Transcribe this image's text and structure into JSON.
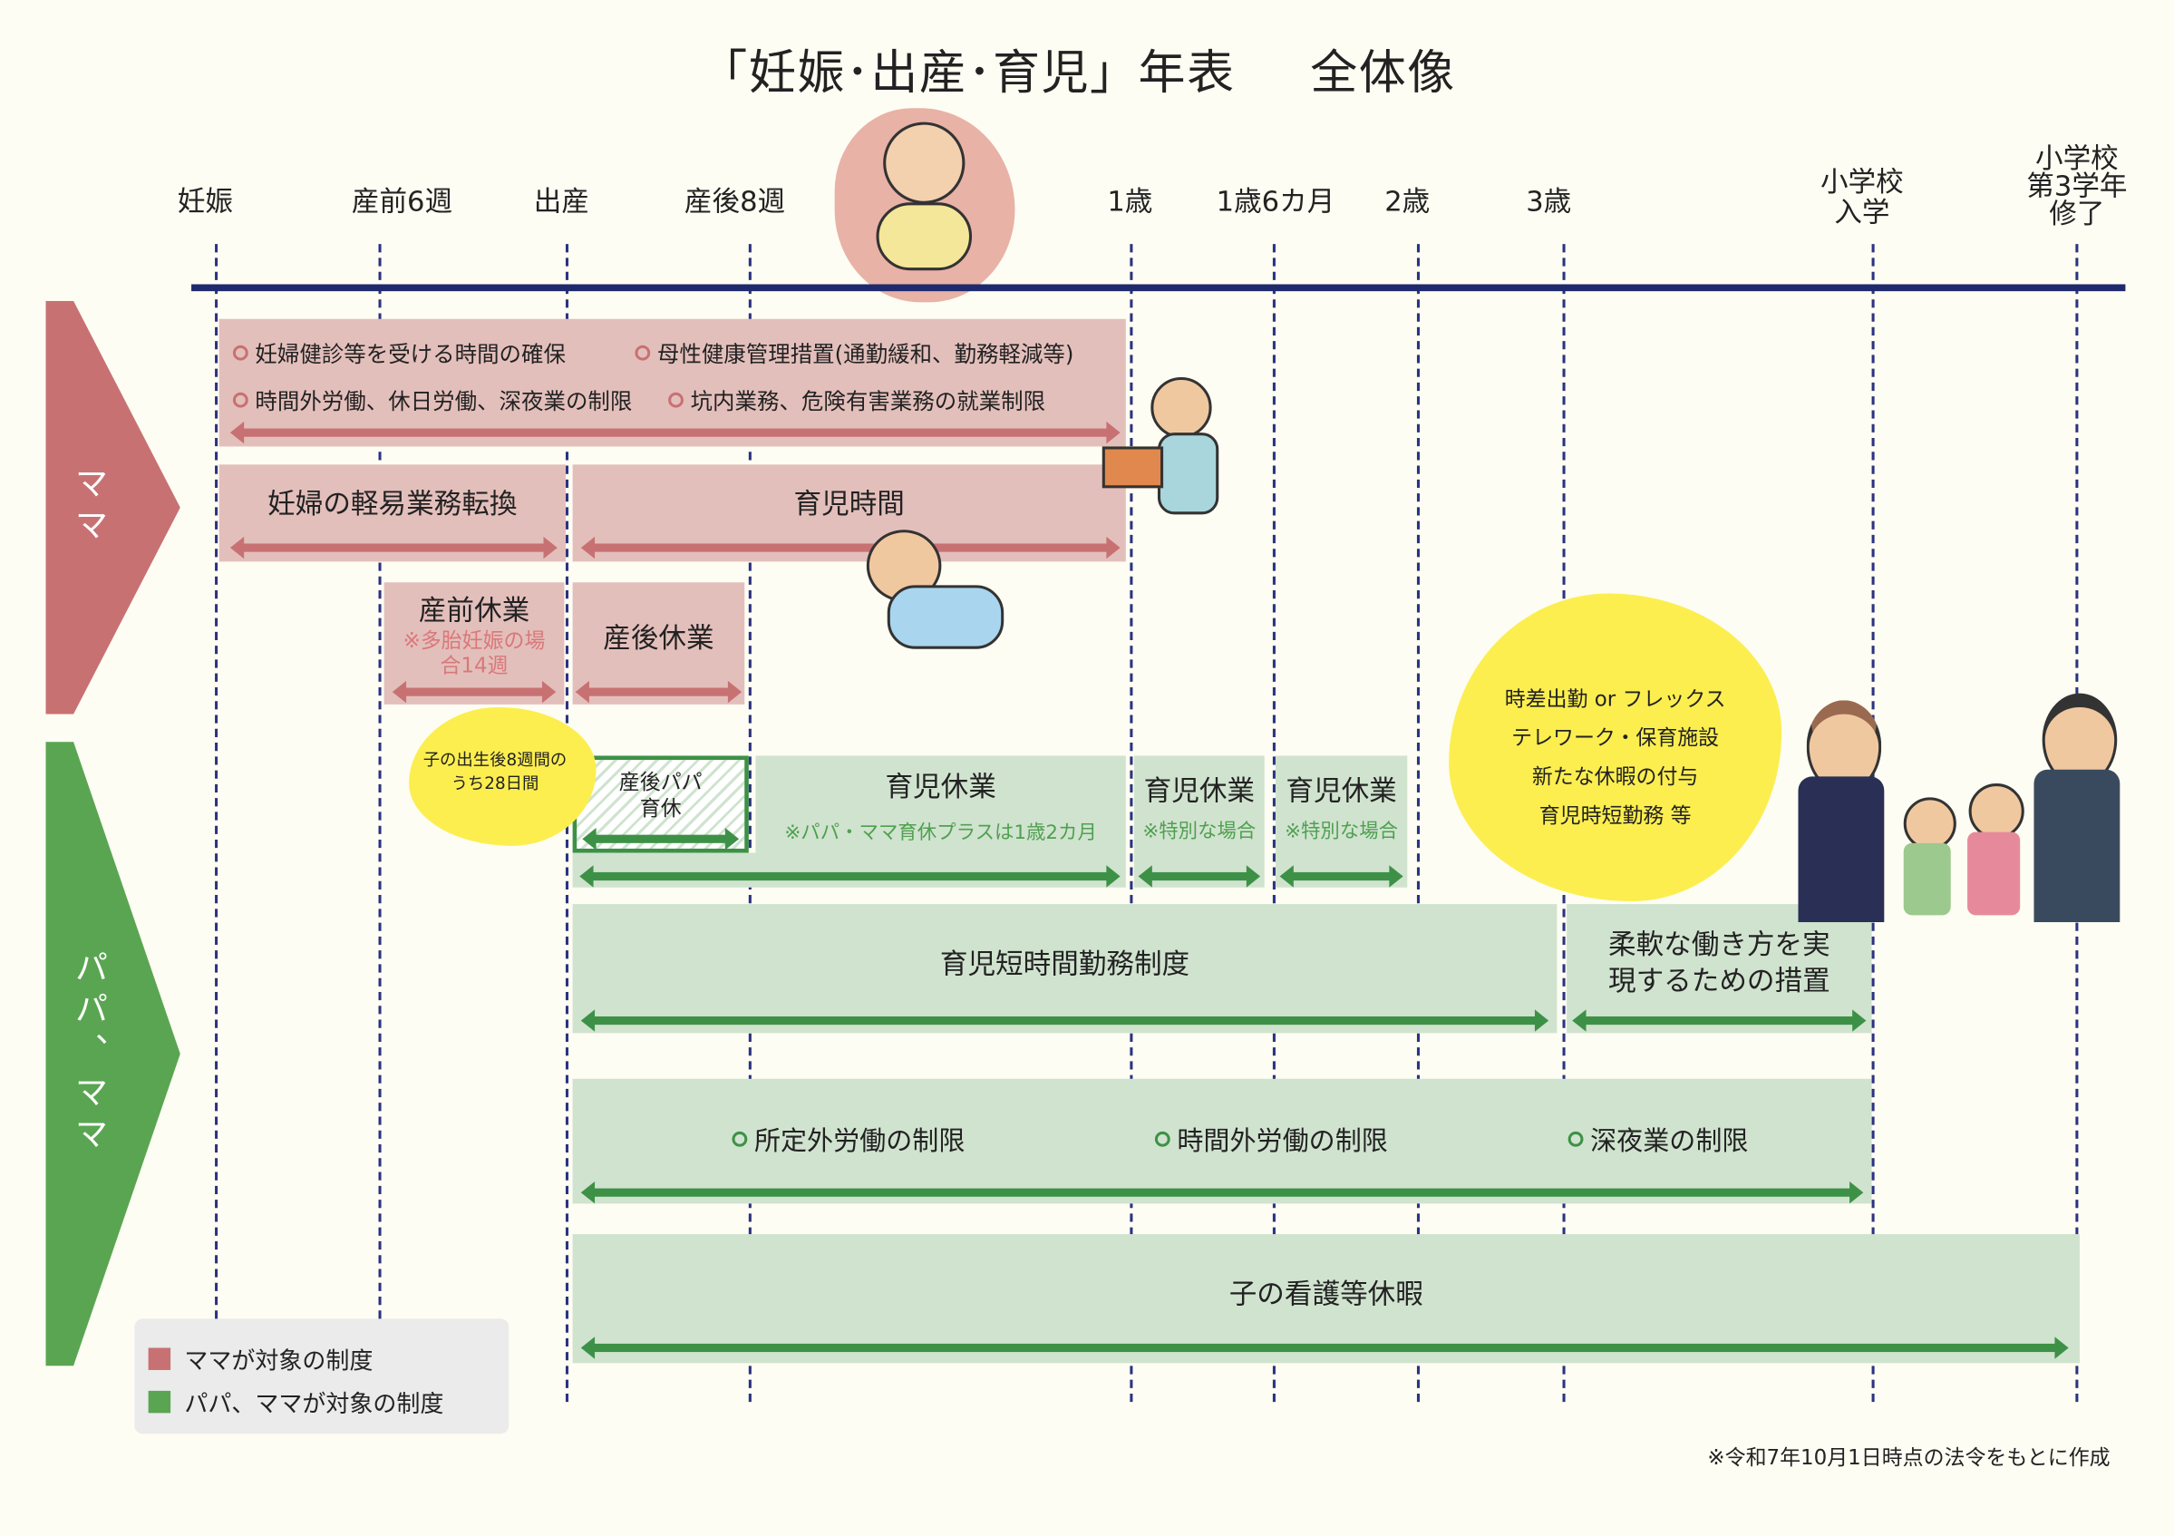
{
  "title": {
    "main": "「妊娠･出産･育児」年表",
    "sub": "全体像"
  },
  "timeline": [
    "妊娠",
    "産前6週",
    "出産",
    "産後8週",
    "1歳",
    "1歳6カ月",
    "2歳",
    "3歳",
    "小学校\n入学",
    "小学校\n第3学年\n修了"
  ],
  "groups": {
    "mama": "ママ",
    "papa_mama": "パパ、ママ"
  },
  "mama": {
    "protections": [
      "妊婦健診等を受ける時間の確保",
      "母性健康管理措置(通勤緩和、勤務軽減等)",
      "時間外労働、休日労働、深夜業の制限",
      "坑内業務、危険有害業務の就業制限"
    ],
    "light_work": "妊婦の軽易業務転換",
    "childcare_time": "育児時間",
    "prenatal_leave": "産前休業",
    "prenatal_note": "※多胎妊娠の場合14週",
    "postnatal_leave": "産後休業"
  },
  "papa_mama": {
    "bubble_note": "子の出生後8週間のうち28日間",
    "papa_leave": "産後パパ育休",
    "childcare_leave": "育児休業",
    "childcare_leave_note": "※パパ・ママ育休プラスは1歳2カ月",
    "childcare_leave_2": "育児休業",
    "childcare_leave_3": "育児休業",
    "special_note": "※特別な場合",
    "short_hours": "育児短時間勤務制度",
    "flexible": "柔軟な働き方を実現するための措置",
    "limits": [
      "所定外労働の制限",
      "時間外労働の制限",
      "深夜業の制限"
    ],
    "nursing_leave": "子の看護等休暇",
    "flex_bubble": [
      "時差出勤 or フレックス",
      "テレワーク・保育施設",
      "新たな休暇の付与",
      "育児時短勤務 等"
    ]
  },
  "legend": [
    "ママが対象の制度",
    "パパ、ママが対象の制度"
  ],
  "colors": {
    "mama": "#c87173",
    "papa": "#5aa552",
    "pink_box": "#e3bfbb",
    "green_box": "#d0e3cf",
    "axis": "#1f2a6e"
  },
  "footnote": "※令和7年10月1日時点の法令をもとに作成"
}
